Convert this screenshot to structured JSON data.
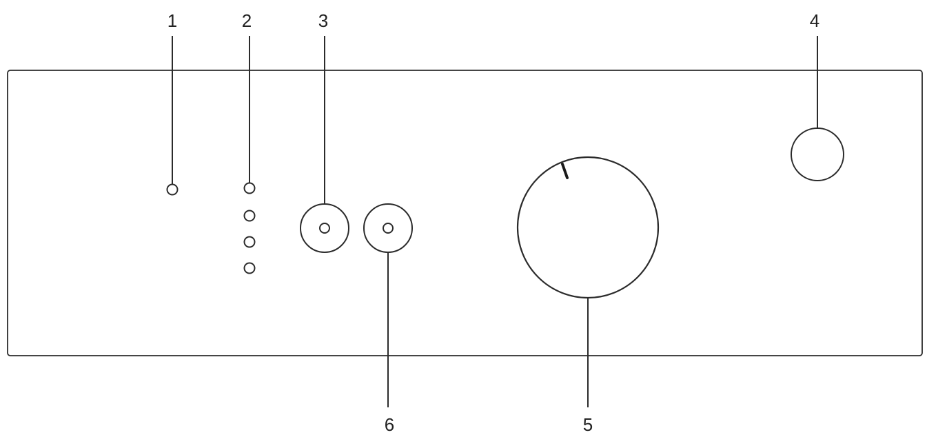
{
  "callouts": {
    "c1": "1",
    "c2": "2",
    "c3": "3",
    "c4": "4",
    "c5": "5",
    "c6": "6"
  },
  "colors": {
    "line": "#2b2b2b",
    "text": "#222222",
    "background": "#ffffff"
  }
}
